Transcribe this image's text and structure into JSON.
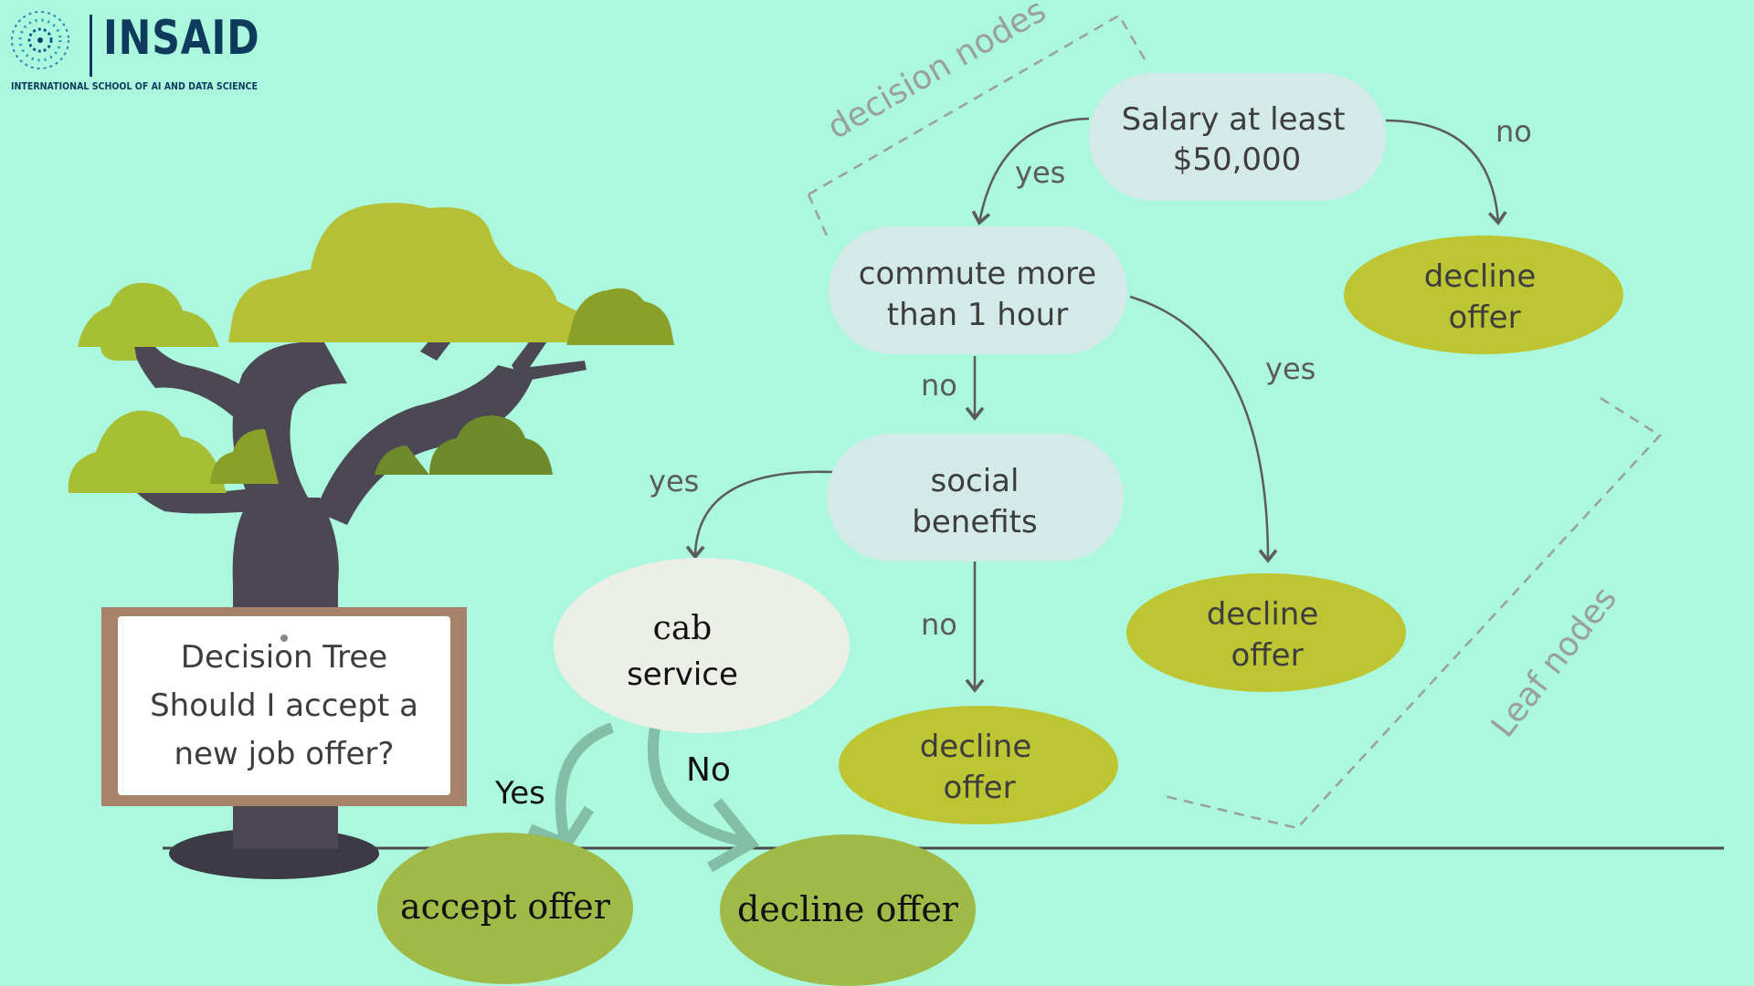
{
  "logo": {
    "name": "INSAID",
    "subtitle": "INTERNATIONAL SCHOOL OF AI AND DATA SCIENCE"
  },
  "sign": {
    "line1": "Decision Tree",
    "line2": "Should I accept a",
    "line3": "new job offer?"
  },
  "groups": {
    "decision": "decision nodes",
    "leaf": "Leaf nodes"
  },
  "nodes": {
    "salary": [
      "Salary at least",
      "$50,000"
    ],
    "commute": [
      "commute more",
      "than 1 hour"
    ],
    "social": [
      "social",
      "benefits"
    ],
    "cab": [
      "cab",
      "service"
    ],
    "decline1": [
      "decline",
      "offer"
    ],
    "decline2": [
      "decline",
      "offer"
    ],
    "decline3": [
      "decline",
      "offer"
    ],
    "accept": "accept offer",
    "decline4": "decline offer"
  },
  "edges": {
    "salary_yes": "yes",
    "salary_no": "no",
    "commute_no": "no",
    "commute_yes": "yes",
    "social_yes": "yes",
    "social_no": "no",
    "cab_yes": "Yes",
    "cab_no": "No"
  },
  "colors": {
    "background": "#abf8df",
    "decision_node": "#d3eae9",
    "leaf_node": "#bec532",
    "bottom_leaf": "#9fba46",
    "cab_node": "#ebefe6",
    "arrow": "#5c5c5c",
    "cab_arrow": "#82bfa6"
  }
}
